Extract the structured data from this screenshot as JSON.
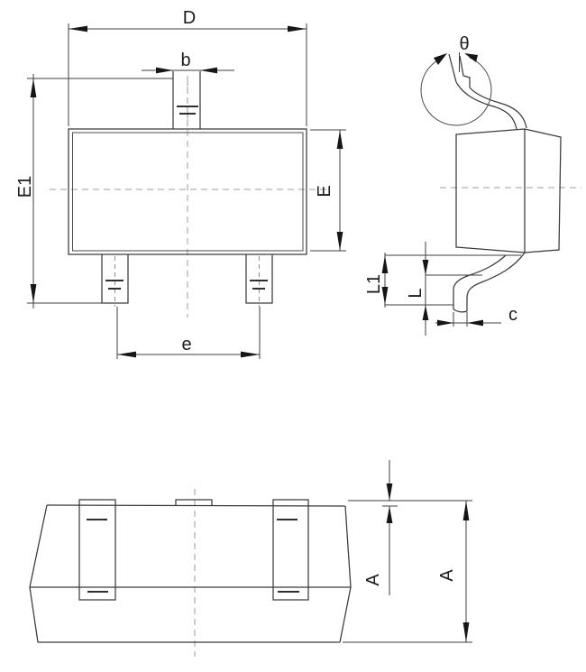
{
  "drawing": {
    "kind": "package-outline-technical-drawing",
    "views": [
      "front-view",
      "side-view",
      "bottom-view"
    ]
  },
  "labels": {
    "D": "D",
    "b": "b",
    "E1": "E1",
    "E": "E",
    "e": "e",
    "theta": "θ",
    "L1": "L1",
    "L": "L",
    "c": "c",
    "A_inner": "A",
    "A_outer": "A"
  },
  "colors": {
    "line": "#3a3a3a",
    "centerline": "#9b9b9b",
    "arrow": "#161616",
    "text": "#1c1c1c",
    "background": "#ffffff"
  }
}
